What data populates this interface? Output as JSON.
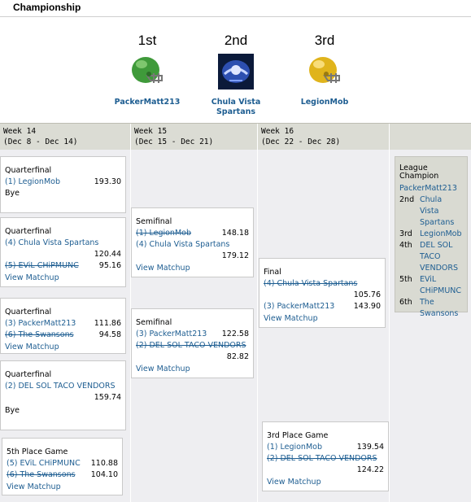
{
  "header": {
    "title": "Championship"
  },
  "podium": [
    {
      "place": "1st",
      "team": "PackerMatt213",
      "icon": "green-football-helmet-icon"
    },
    {
      "place": "2nd",
      "team": "Chula Vista Spartans",
      "icon": "spartans-team-logo-icon"
    },
    {
      "place": "3rd",
      "team": "LegionMob",
      "icon": "yellow-football-helmet-icon"
    }
  ],
  "weeks": [
    {
      "label": "Week 14",
      "dates": "(Dec 8 - Dec 14)"
    },
    {
      "label": "Week 15",
      "dates": "(Dec 15 - Dec 21)"
    },
    {
      "label": "Week 16",
      "dates": "(Dec 22 - Dec 28)"
    }
  ],
  "week14": {
    "qf1": {
      "title": "Quarterfinal",
      "team1": "(1) LegionMob",
      "score1": "193.30",
      "bye": "Bye"
    },
    "qf2": {
      "title": "Quarterfinal",
      "team1": "(4) Chula Vista Spartans",
      "score1": "120.44",
      "team2": "(5) EViL CHiPMUNC",
      "score2": "95.16",
      "link": "View Matchup"
    },
    "qf3": {
      "title": "Quarterfinal",
      "team1": "(3) PackerMatt213",
      "score1": "111.86",
      "team2": "(6) The Swansons",
      "score2": "94.58",
      "link": "View Matchup"
    },
    "qf4": {
      "title": "Quarterfinal",
      "team1": "(2) DEL SOL TACO VENDORS",
      "score1": "159.74",
      "bye": "Bye"
    },
    "fifth": {
      "title": "5th Place Game",
      "team1": "(5) EViL CHiPMUNC",
      "score1": "110.88",
      "team2": "(6) The Swansons",
      "score2": "104.10",
      "link": "View Matchup"
    }
  },
  "week15": {
    "sf1": {
      "title": "Semifinal",
      "team1": "(1) LegionMob",
      "score1": "148.18",
      "team2": "(4) Chula Vista Spartans",
      "score2": "179.12",
      "link": "View Matchup"
    },
    "sf2": {
      "title": "Semifinal",
      "team1": "(3) PackerMatt213",
      "score1": "122.58",
      "team2": "(2) DEL SOL TACO VENDORS",
      "score2": "82.82",
      "link": "View Matchup"
    }
  },
  "week16": {
    "final": {
      "title": "Final",
      "team1": "(4) Chula Vista Spartans",
      "score1": "105.76",
      "team2": "(3) PackerMatt213",
      "score2": "143.90",
      "link": "View Matchup"
    },
    "third": {
      "title": "3rd Place Game",
      "team1": "(1) LegionMob",
      "score1": "139.54",
      "team2": "(2) DEL SOL TACO VENDORS",
      "score2": "124.22",
      "link": "View Matchup"
    }
  },
  "champion": {
    "title": "League Champion",
    "winner": "PackerMatt213",
    "ranks": [
      {
        "num": "2nd",
        "name": "Chula Vista Spartans"
      },
      {
        "num": "3rd",
        "name": "LegionMob"
      },
      {
        "num": "4th",
        "name": "DEL SOL TACO VENDORS"
      },
      {
        "num": "5th",
        "name": "EViL CHiPMUNC"
      },
      {
        "num": "6th",
        "name": "The Swansons"
      }
    ]
  }
}
